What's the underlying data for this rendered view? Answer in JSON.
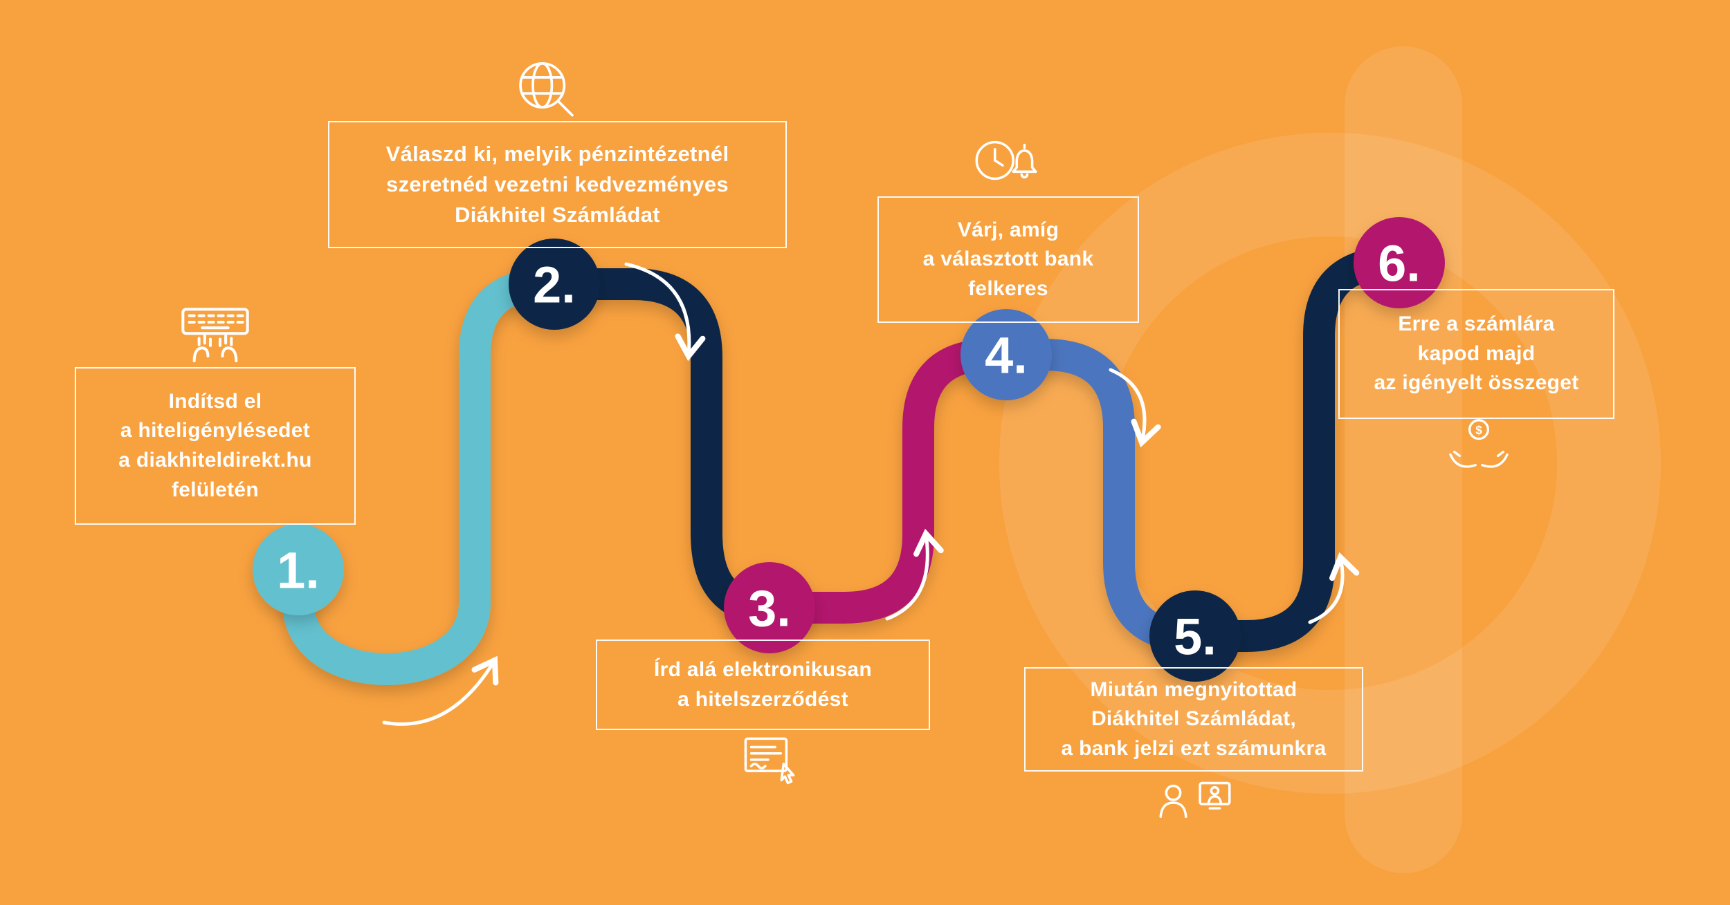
{
  "colors": {
    "background": "#F8A13F",
    "watermark": "rgba(255,255,255,0.10)",
    "box_border": "#FFFFFF",
    "text": "#FFFFFF",
    "teal": "#63C0CE",
    "navy": "#102646",
    "magenta": "#B3186D",
    "blue": "#4C74BE"
  },
  "steps": [
    {
      "number": "1.",
      "color": "#63C0CE",
      "icon": "keyboard-typing-icon",
      "lines": [
        "Indítsd el",
        "a hiteligénylésedet",
        "a diakhiteldirekt.hu",
        "felületén"
      ]
    },
    {
      "number": "2.",
      "color": "#102646",
      "icon": "globe-search-icon",
      "lines": [
        "Válaszd ki, melyik pénzintézetnél",
        "szeretnéd vezetni kedvezményes",
        "Diákhitel Számládat"
      ]
    },
    {
      "number": "3.",
      "color": "#B3186D",
      "icon": "contract-sign-icon",
      "lines": [
        "Írd alá elektronikusan",
        "a hitelszerződést"
      ]
    },
    {
      "number": "4.",
      "color": "#4C74BE",
      "icon": "clock-bell-icon",
      "lines": [
        "Várj, amíg",
        "a választott bank",
        "felkeres"
      ]
    },
    {
      "number": "5.",
      "color": "#102646",
      "icon": "video-call-icon",
      "lines": [
        "Miután megnyitottad",
        "Diákhitel Számládat,",
        "a bank jelzi ezt számunkra"
      ]
    },
    {
      "number": "6.",
      "color": "#B3186D",
      "icon": "money-hands-icon",
      "lines": [
        "Erre a számlára",
        "kapod majd",
        "az igényelt összeget"
      ]
    }
  ],
  "route": {
    "segments": [
      {
        "name": "segment-1-2",
        "color": "#63C0CE"
      },
      {
        "name": "segment-2-3",
        "color": "#102646"
      },
      {
        "name": "segment-3-4",
        "color": "#B3186D"
      },
      {
        "name": "segment-4-5",
        "color": "#4C74BE"
      },
      {
        "name": "segment-5-6",
        "color": "#102646"
      }
    ]
  },
  "icons": {
    "dollar_glyph": "$"
  }
}
